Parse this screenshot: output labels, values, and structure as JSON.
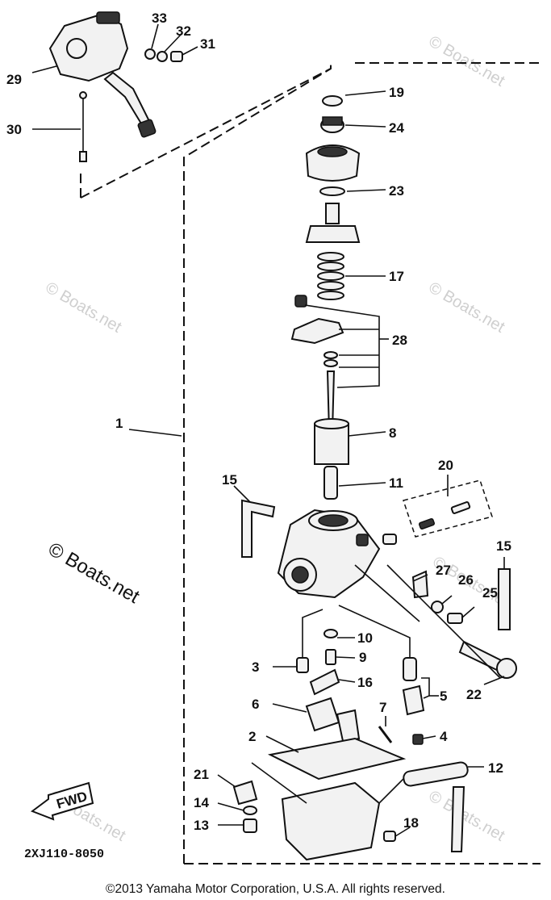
{
  "callouts": {
    "c1": "1",
    "c2": "2",
    "c3": "3",
    "c4": "4",
    "c5": "5",
    "c6": "6",
    "c7": "7",
    "c8": "8",
    "c9": "9",
    "c10": "10",
    "c11": "11",
    "c12": "12",
    "c13": "13",
    "c14": "14",
    "c15a": "15",
    "c15b": "15",
    "c16": "16",
    "c17": "17",
    "c18": "18",
    "c19": "19",
    "c20": "20",
    "c21": "21",
    "c22": "22",
    "c23": "23",
    "c24": "24",
    "c25": "25",
    "c26": "26",
    "c27": "27",
    "c28": "28",
    "c29": "29",
    "c30": "30",
    "c31": "31",
    "c32": "32",
    "c33": "33"
  },
  "fwd_label": "FWD",
  "ref_code": "2XJ110-8050",
  "watermark": "© Boats.net",
  "copyright": "©2013 Yamaha Motor Corporation, U.S.A. All rights reserved."
}
